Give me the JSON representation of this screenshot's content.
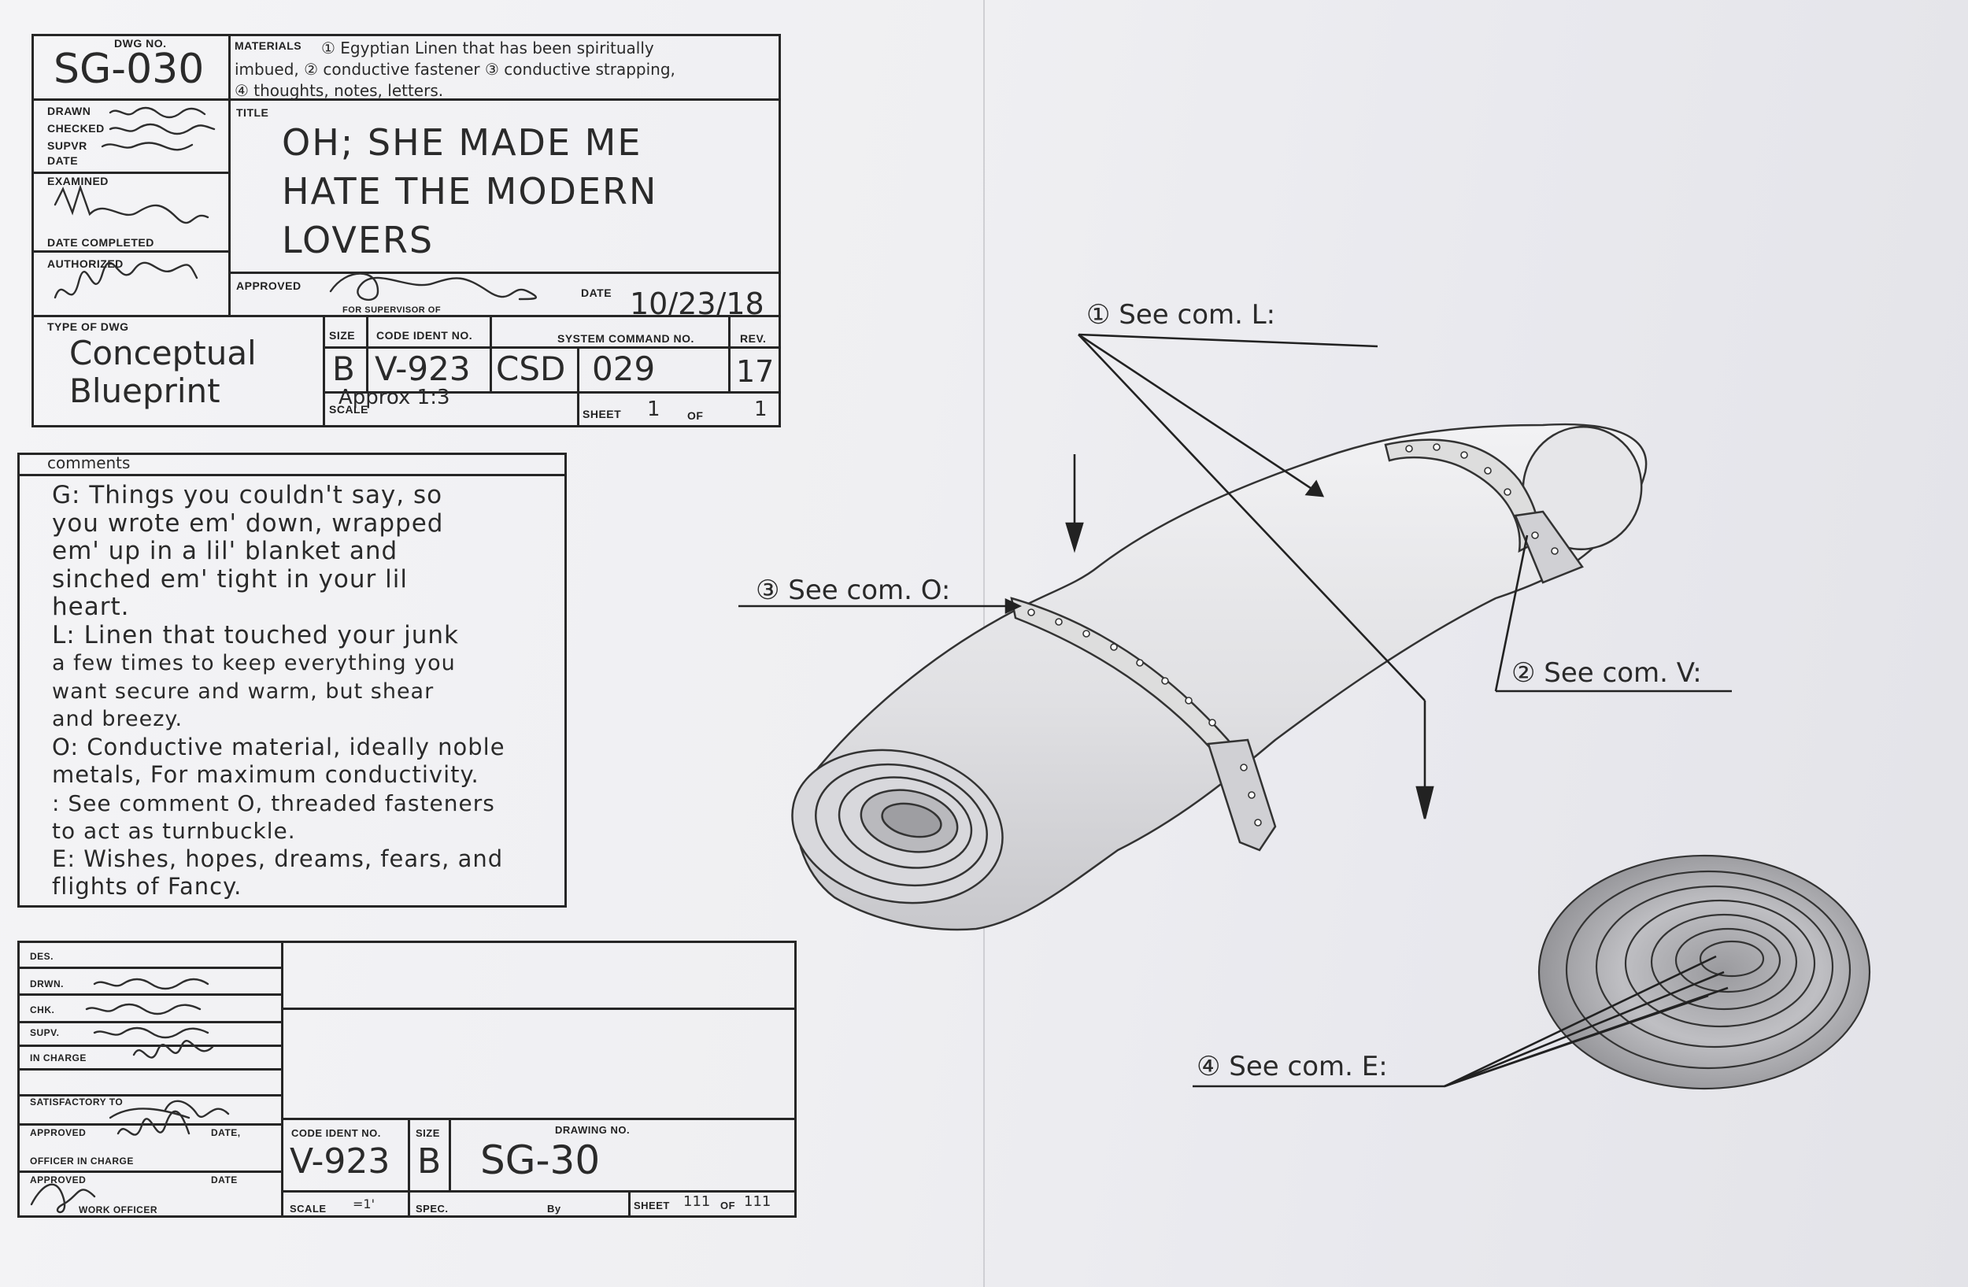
{
  "title_block": {
    "dwg_no_label": "DWG NO.",
    "dwg_no": "SG-030",
    "materials_label": "MATERIALS",
    "materials_lines": [
      "① Egyptian Linen that has been spiritually",
      "imbued, ② conductive fastener ③ conductive strapping,",
      "④ thoughts, notes, letters."
    ],
    "drawn_label": "DRAWN",
    "checked_label": "CHECKED",
    "supvr_label": "SUPVR",
    "date_label": "DATE",
    "examined_label": "EXAMINED",
    "date_completed_label": "DATE COMPLETED",
    "authorized_label": "AUTHORIZED",
    "title_label": "TITLE",
    "title_lines": [
      "OH; SHE MADE ME",
      "HATE THE MODERN",
      "LOVERS"
    ],
    "approved_label": "APPROVED",
    "for_supervisor_label": "FOR SUPERVISOR OF",
    "approved_date_label": "DATE",
    "approved_date": "10/23/18",
    "type_label": "TYPE OF DWG",
    "type_lines": [
      "Conceptual",
      "Blueprint"
    ],
    "size_label": "SIZE",
    "size": "B",
    "code_ident_label": "CODE IDENT NO.",
    "code_ident": "V-923",
    "system_command_label": "SYSTEM COMMAND NO.",
    "system_command_a": "CSD",
    "system_command_b": "029",
    "rev_label": "REV.",
    "rev": "17",
    "scale_label": "SCALE",
    "scale": "Approx 1:3",
    "sheet_label": "SHEET",
    "sheet": "1",
    "of_label": "OF",
    "of": "1"
  },
  "comments": {
    "label": "comments",
    "lines": [
      "G: Things you couldn't say, so",
      "you wrote em' down, wrapped",
      "em' up in a lil' blanket and",
      "sinched em' tight in your lil",
      "heart.",
      "L: Linen that touched your junk",
      "a few times to keep everything you",
      "want secure and warm, but shear",
      "and breezy.",
      "O: Conductive material, ideally noble",
      "metals, For maximum conductivity.",
      " : See comment O, threaded fasteners",
      "to act as turnbuckle.",
      "E: Wishes, hopes, dreams, fears, and",
      "flights of Fancy."
    ]
  },
  "lower_block": {
    "des_label": "DES.",
    "drwn_label": "DRWN.",
    "chk_label": "CHK.",
    "supv_label": "SUPV.",
    "in_charge_label": "IN CHARGE",
    "satisfactory_label": "SATISFACTORY TO",
    "approved_label": "APPROVED",
    "date_label": "DATE,",
    "officer_label": "OFFICER IN CHARGE",
    "approved2_label": "APPROVED",
    "date2_label": "DATE",
    "work_officer_label": "WORK OFFICER",
    "code_ident_label": "CODE IDENT NO.",
    "code_ident": "V-923",
    "size_label": "SIZE",
    "size": "B",
    "drawing_no_label": "DRAWING NO.",
    "drawing_no": "SG-30",
    "scale_label": "SCALE",
    "scale": "=1'",
    "spec_label": "SPEC.",
    "by_label": "By",
    "sheet_label": "SHEET",
    "sheet": "111",
    "of_label": "OF",
    "of": "111"
  },
  "callouts": {
    "c1": "① See com. L:",
    "c2": "② See com. V:",
    "c3": "③ See com. O:",
    "c4": "④ See com. E:"
  },
  "colors": {
    "ink": "#262626",
    "paper": "#efeff2",
    "pencil": "#555555"
  }
}
